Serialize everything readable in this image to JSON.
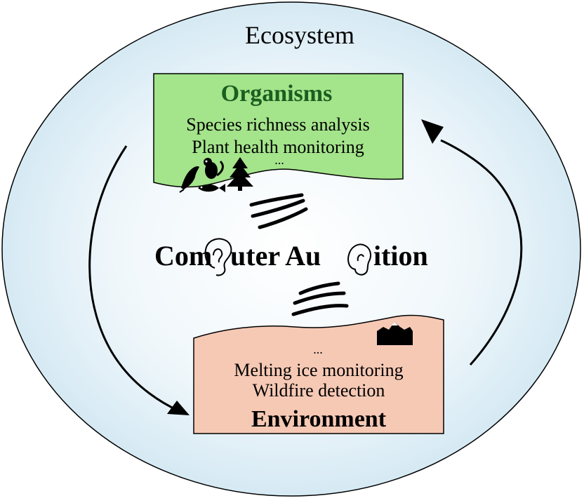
{
  "ecosystem": {
    "title": "Ecosystem"
  },
  "organisms": {
    "title": "Organisms",
    "items": [
      "Species richness analysis",
      "Plant health monitoring"
    ],
    "more": "...",
    "icons": [
      "bird-icon",
      "chipmunk-icon",
      "fish-icon",
      "pine-tree-icon"
    ]
  },
  "center": {
    "before": "Com",
    "middle": "uter Au",
    "after": "ition",
    "icons": [
      "ear-icon",
      "ear-icon"
    ]
  },
  "environment": {
    "more": "...",
    "items": [
      "Melting ice monitoring",
      "Wildfire detection"
    ],
    "title": "Environment",
    "icons": [
      "mountain-icon"
    ]
  },
  "colors": {
    "ecosystem_fill": "#dcecf5",
    "organisms_fill": "#a4e48b",
    "environment_fill": "#f6c9b5",
    "stroke": "#000000"
  }
}
